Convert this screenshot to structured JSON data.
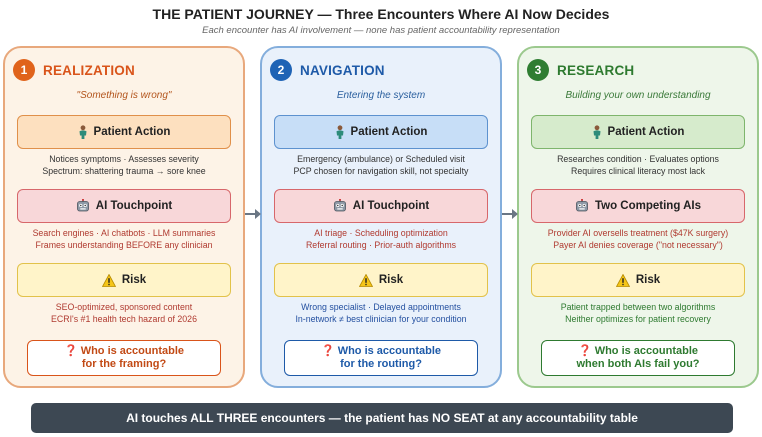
{
  "title": "THE PATIENT JOURNEY — Three Encounters Where AI Now Decides",
  "subtitle": "Each encounter has AI involvement — none has patient accountability representation",
  "columns": [
    {
      "number": "1",
      "title": "REALIZATION",
      "tagline": "\"Something is wrong\"",
      "action_label": "Patient Action",
      "action_notes": [
        "Notices symptoms · Assesses severity",
        "Spectrum: shattering trauma → sore knee"
      ],
      "ai_label": "AI Touchpoint",
      "ai_notes": [
        "Search engines · AI chatbots · LLM summaries",
        "Frames understanding BEFORE any clinician"
      ],
      "risk_label": "Risk",
      "risk_notes": [
        "SEO-optimized, sponsored content",
        "ECRI's #1 health tech hazard of 2026"
      ],
      "question": [
        "Who is accountable",
        "for the framing?"
      ]
    },
    {
      "number": "2",
      "title": "NAVIGATION",
      "tagline": "Entering the system",
      "action_label": "Patient Action",
      "action_notes": [
        "Emergency (ambulance) or Scheduled visit",
        "PCP chosen for navigation skill, not specialty"
      ],
      "ai_label": "AI Touchpoint",
      "ai_notes": [
        "AI triage · Scheduling optimization",
        "Referral routing · Prior-auth algorithms"
      ],
      "risk_label": "Risk",
      "risk_notes": [
        "Wrong specialist · Delayed appointments",
        "In-network ≠ best clinician for your condition"
      ],
      "question": [
        "Who is accountable",
        "for the routing?"
      ]
    },
    {
      "number": "3",
      "title": "RESEARCH",
      "tagline": "Building your own understanding",
      "action_label": "Patient Action",
      "action_notes": [
        "Researches condition · Evaluates options",
        "Requires clinical literacy most lack"
      ],
      "ai_label": "Two Competing AIs",
      "ai_notes": [
        "Provider AI oversells treatment ($47K surgery)",
        "Payer AI denies coverage (\"not necessary\")"
      ],
      "risk_label": "Risk",
      "risk_notes": [
        "Patient trapped between two algorithms",
        "Neither optimizes for patient recovery"
      ],
      "question": [
        "Who is accountable",
        "when both AIs fail you?"
      ]
    }
  ],
  "banner": "AI touches ALL THREE encounters — the patient has NO SEAT at any accountability table",
  "icons": {
    "patient": "person-icon",
    "ai": "robot-icon",
    "risk": "warning-icon",
    "question": "question-mark-icon",
    "arrow": "arrow-right-icon"
  },
  "colors": {
    "realization": "#e0631b",
    "navigation": "#1e63b5",
    "research": "#2f7d32",
    "banner": "#3d4853"
  }
}
